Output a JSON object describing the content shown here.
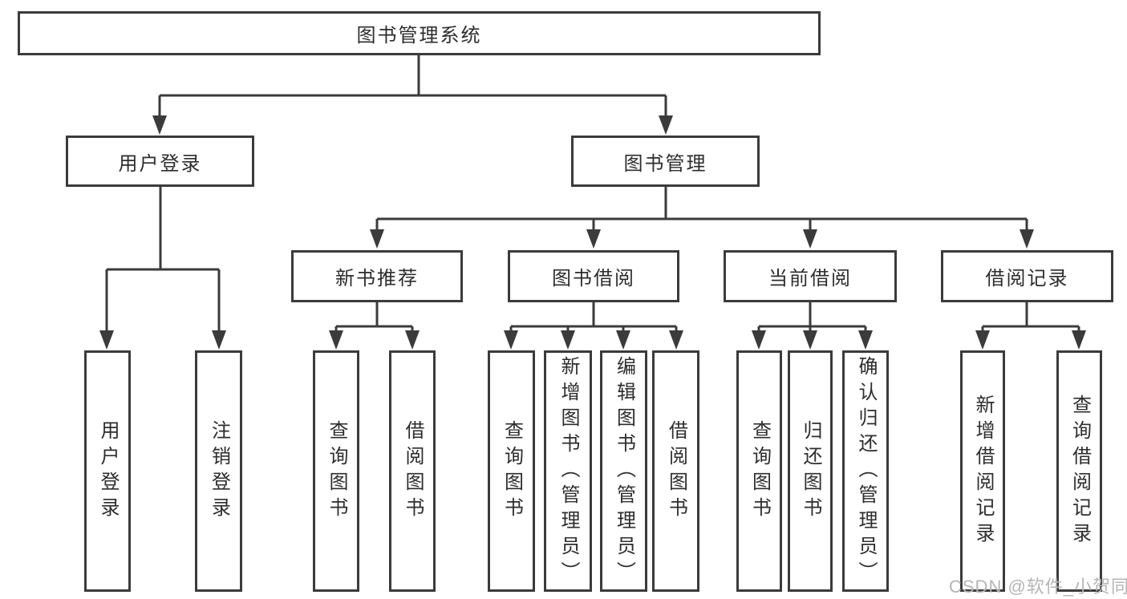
{
  "diagram_title": "图书管理系统",
  "tree": {
    "label": "图书管理系统",
    "children": [
      {
        "label": "用户登录",
        "children": [
          {
            "label": "用户登录"
          },
          {
            "label": "注销登录"
          }
        ]
      },
      {
        "label": "图书管理",
        "children": [
          {
            "label": "新书推荐",
            "children": [
              {
                "label": "查询图书"
              },
              {
                "label": "借阅图书"
              }
            ]
          },
          {
            "label": "图书借阅",
            "children": [
              {
                "label": "查询图书"
              },
              {
                "label": "新增图书（管理员）"
              },
              {
                "label": "编辑图书（管理员）"
              },
              {
                "label": "借阅图书"
              }
            ]
          },
          {
            "label": "当前借阅",
            "children": [
              {
                "label": "查询图书"
              },
              {
                "label": "归还图书"
              },
              {
                "label": "确认归还（管理员）"
              }
            ]
          },
          {
            "label": "借阅记录",
            "children": [
              {
                "label": "新增借阅记录"
              },
              {
                "label": "查询借阅记录"
              }
            ]
          }
        ]
      }
    ]
  },
  "watermark": {
    "text": "CSDN @软件_小贺同学",
    "color": "#b5b5b5"
  },
  "colors": {
    "line": "#3b3b3b",
    "box_border": "#3b3b3b",
    "text": "#2d2d2d",
    "background": "#ffffff"
  }
}
